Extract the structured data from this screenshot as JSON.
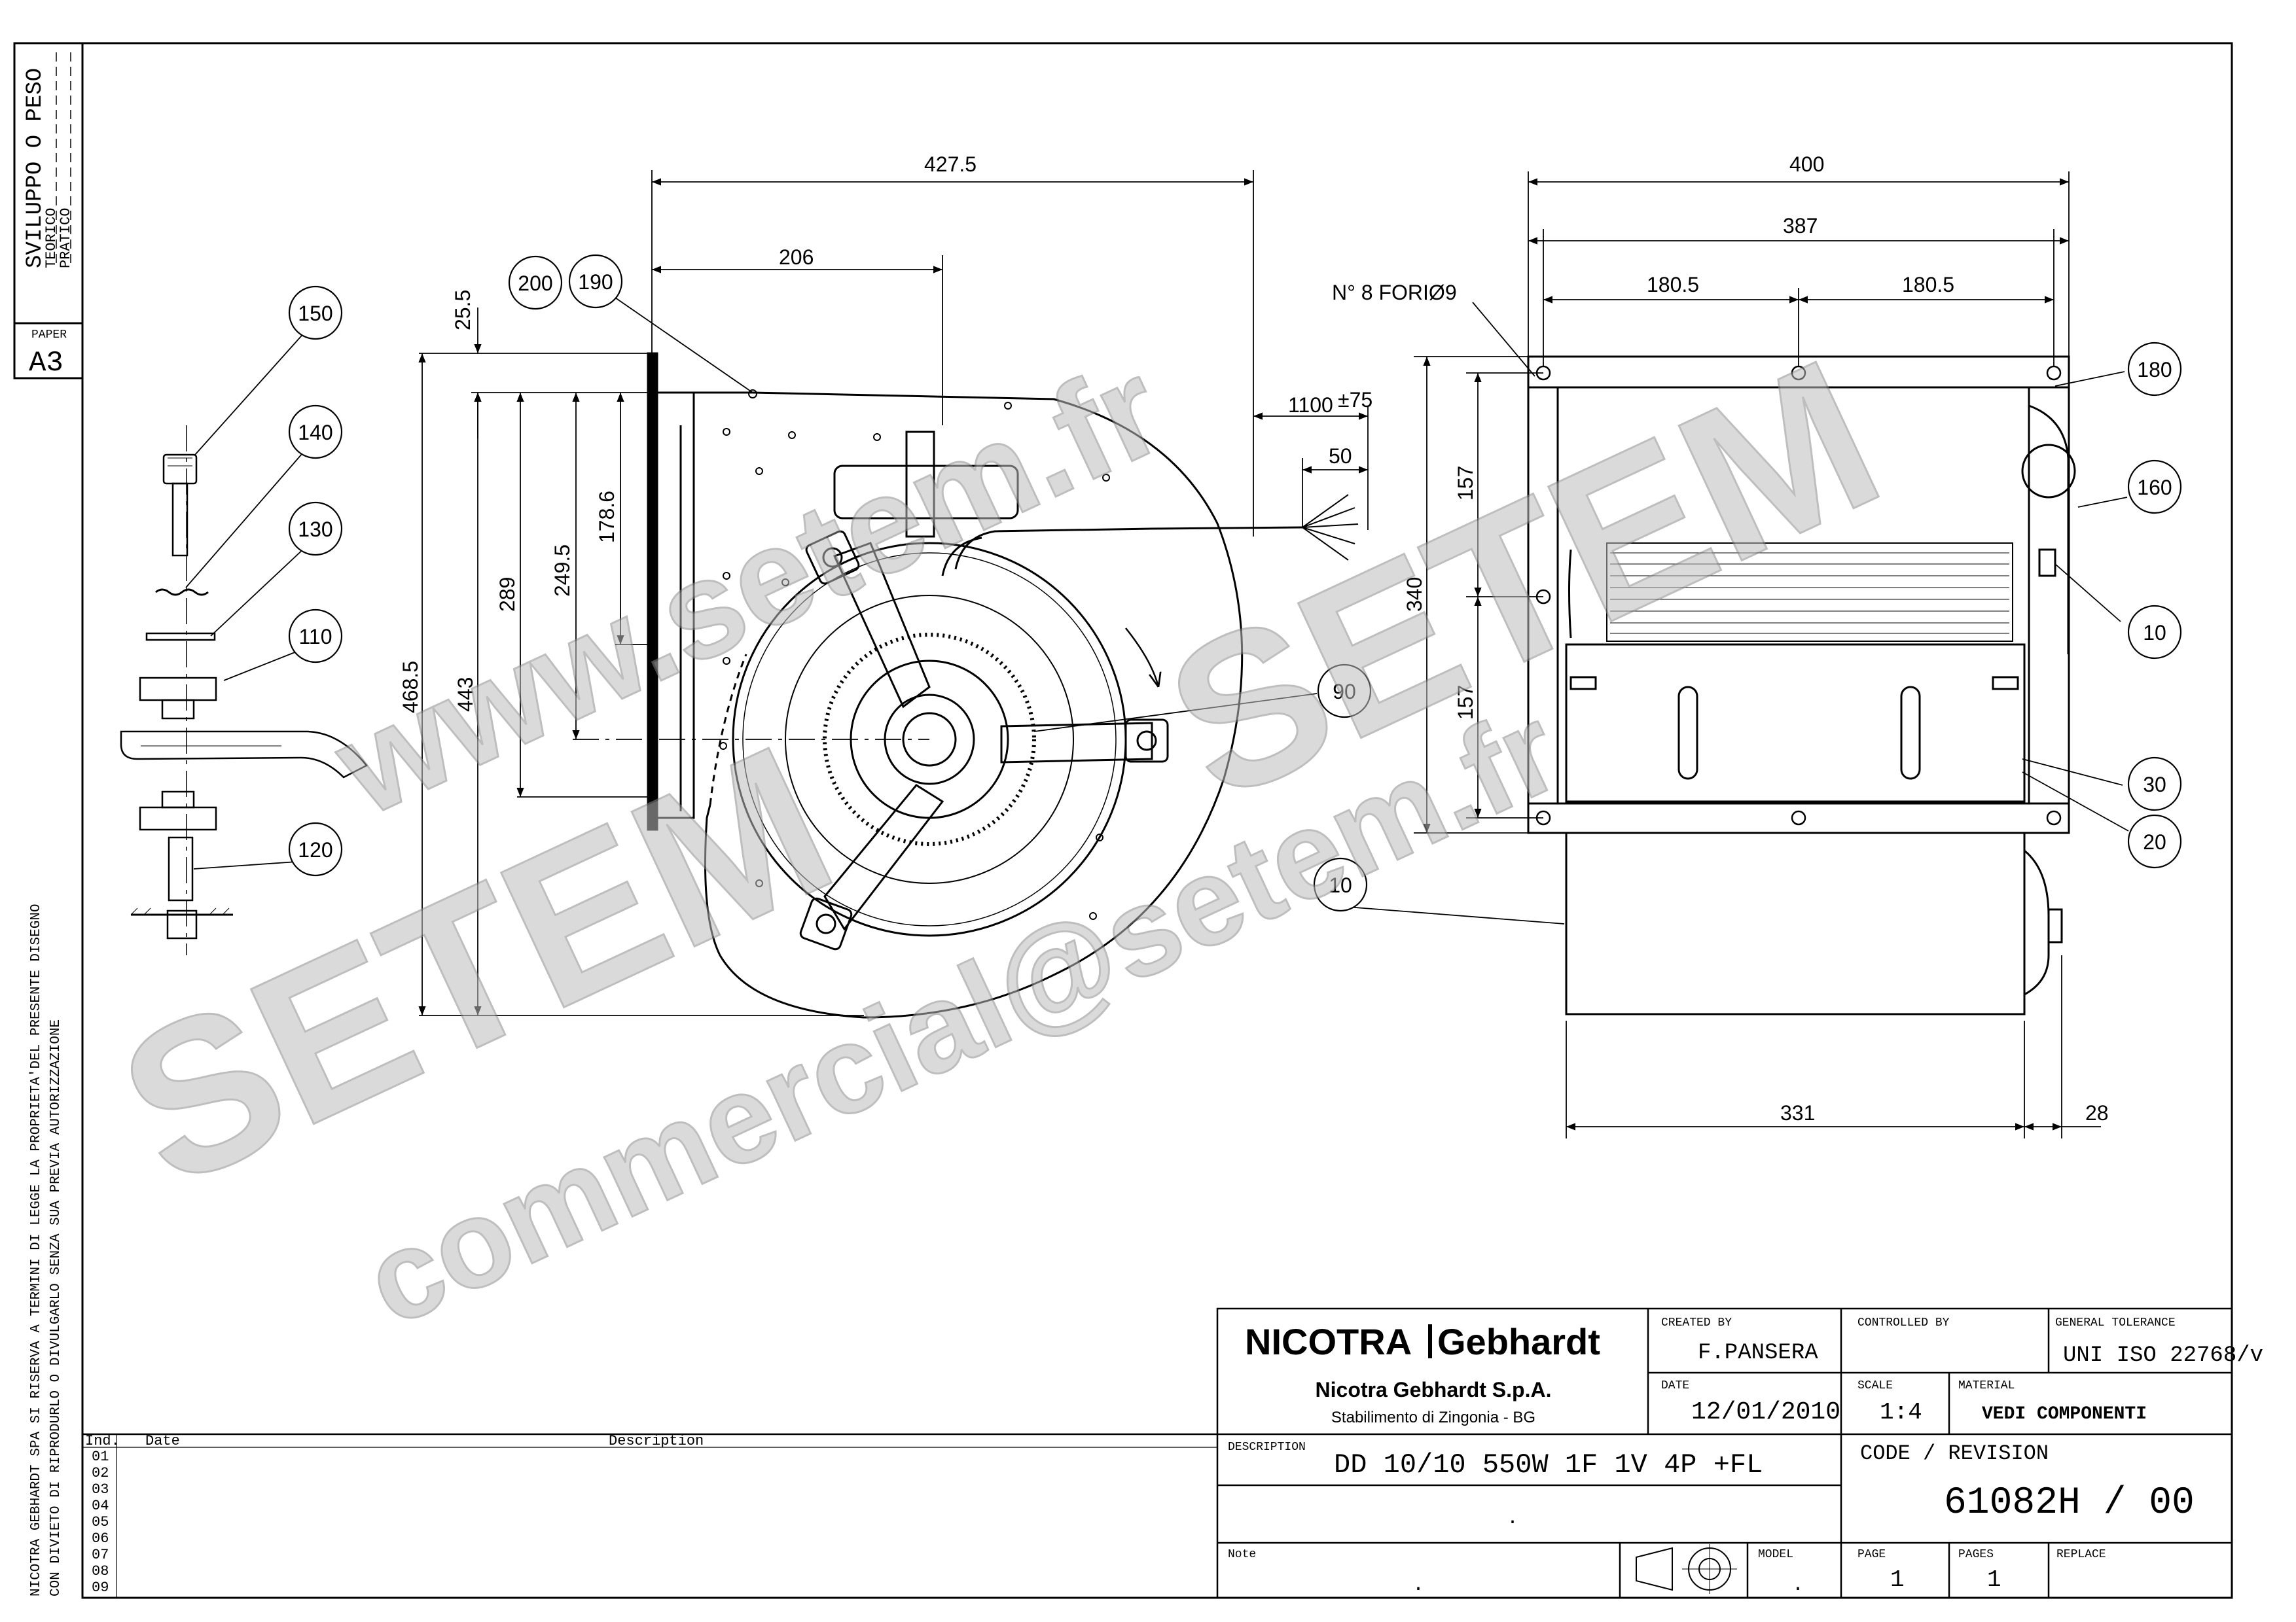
{
  "sheet": {
    "paper_label": "PAPER",
    "paper_size": "A3"
  },
  "side_notes": {
    "sviluppo_title": "SVILUPPO O PESO",
    "teorico": "TEORICO",
    "pratico": "PRATICO",
    "legal_line1": "NICOTRA GEBHARDT SPA SI RISERVA A TERMINI DI LEGGE LA PROPRIETA'DEL PRESENTE DISEGNO",
    "legal_line2": "CON DIVIETO DI RIPRODURLO O DIVULGARLO SENZA SUA PREVIA AUTORIZZAZIONE"
  },
  "front_view_dims": {
    "overall_width": "427.5",
    "motor_offset": "206",
    "flange_step": "25.5",
    "overall_height": "468.5",
    "height_443": "443",
    "height_289": "289",
    "height_249_5": "249.5",
    "height_178_6": "178.6",
    "cable_length": "1100",
    "cable_tolerance": "±75",
    "cable_strip": "50",
    "holes_note": "N° 8 FORIØ9"
  },
  "side_view_dims": {
    "width_400": "400",
    "width_387": "387",
    "half_left": "180.5",
    "half_right": "180.5",
    "height_340": "340",
    "upper_157": "157",
    "lower_157": "157",
    "depth_331": "331",
    "shaft_28": "28"
  },
  "balloons": {
    "b150": "150",
    "b140": "140",
    "b130": "130",
    "b110": "110",
    "b120": "120",
    "b200": "200",
    "b190": "190",
    "b90": "90",
    "b10_front": "10",
    "b180": "180",
    "b160": "160",
    "b10_side": "10",
    "b30": "30",
    "b20": "20"
  },
  "watermark": {
    "site_line": "www.setem.fr",
    "brand_left": "SETEM",
    "brand_right": "SETEM",
    "email_line": "commercial@setem.fr"
  },
  "revision_table": {
    "col_ind": "Ind.",
    "col_date": "Date",
    "col_description": "Description",
    "rows": [
      "01",
      "02",
      "03",
      "04",
      "05",
      "06",
      "07",
      "08",
      "09"
    ]
  },
  "title_block": {
    "logo_left": "NICOTRA",
    "logo_right": "Gebhardt",
    "company": "Nicotra Gebhardt S.p.A.",
    "plant": "Stabilimento di Zingonia - BG",
    "created_by_label": "CREATED BY",
    "created_by_value": "F.PANSERA",
    "controlled_by_label": "CONTROLLED BY",
    "general_tolerance_label": "GENERAL TOLERANCE",
    "general_tolerance_value": "UNI ISO 22768/v",
    "date_label": "DATE",
    "date_value": "12/01/2010",
    "scale_label": "SCALE",
    "scale_value": "1:4",
    "material_label": "MATERIAL",
    "material_value": "VEDI COMPONENTI",
    "description_label": "DESCRIPTION",
    "description_value": "DD 10/10 550W 1F 1V 4P +FL",
    "description_dot": ".",
    "code_revision_label": "CODE / REVISION",
    "code_revision_value": "61082H / 00",
    "note_label": "Note",
    "note_dot": ".",
    "model_label": "MODEL",
    "model_dot": ".",
    "page_label": "PAGE",
    "page_value": "1",
    "pages_label": "PAGES",
    "pages_value": "1",
    "replace_label": "REPLACE"
  }
}
